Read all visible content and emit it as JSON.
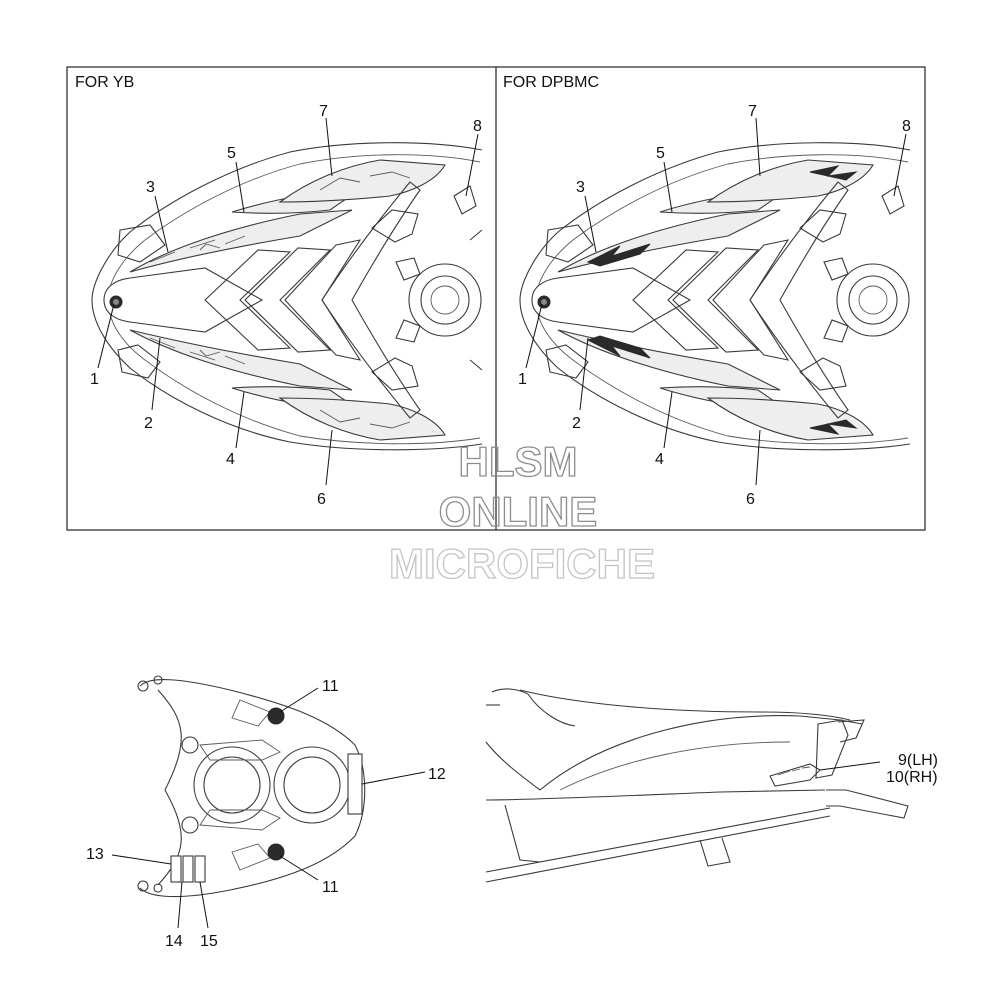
{
  "panels": {
    "left_title": "FOR YB",
    "right_title": "FOR DPBMC"
  },
  "callouts": {
    "c1": "1",
    "c2": "2",
    "c3": "3",
    "c4": "4",
    "c5": "5",
    "c6": "6",
    "c7": "7",
    "c8": "8",
    "c9": "9(LH)",
    "c10": "10(RH)",
    "c11": "11",
    "c12": "12",
    "c13": "13",
    "c14": "14",
    "c15": "15"
  },
  "watermark": {
    "line1": "HLSM",
    "line2": "ONLINE",
    "line3": "MICROFICHE"
  }
}
